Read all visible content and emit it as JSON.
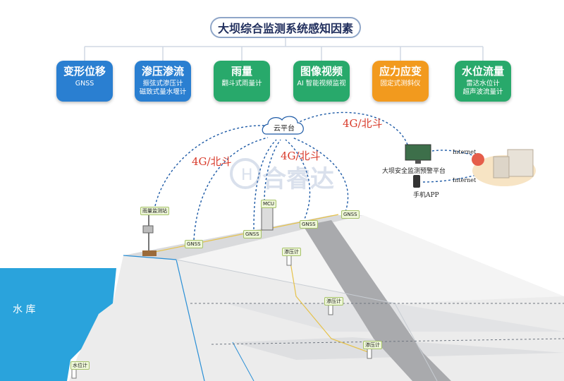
{
  "title": "大坝综合监测系统感知因素",
  "factors": [
    {
      "title": "变形位移",
      "line1": "GNSS",
      "line2": "",
      "color": "#2a7fd1"
    },
    {
      "title": "渗压渗流",
      "line1": "振弦式渗压计",
      "line2": "磁致式量水堰计",
      "color": "#2a7fd1"
    },
    {
      "title": "雨量",
      "line1": "翻斗式雨量计",
      "line2": "",
      "color": "#28a96b"
    },
    {
      "title": "图像视频",
      "line1": "AI 智能视频监视",
      "line2": "",
      "color": "#28a96b"
    },
    {
      "title": "应力应变",
      "line1": "固定式测斜仪",
      "line2": "",
      "color": "#f29a1e"
    },
    {
      "title": "水位流量",
      "line1": "雷达水位计",
      "line2": "超声波流量计",
      "color": "#28a96b"
    }
  ],
  "cloud": "云平台",
  "link_labels": [
    "4G/北斗",
    "4G/北斗",
    "4G/北斗"
  ],
  "platform": "大坝安全监测预警平台",
  "phone": "手机APP",
  "internet": [
    "Internet",
    "Internet"
  ],
  "watermark": "合睿达",
  "reservoir": "水 库",
  "stations": {
    "rain": "雨量监测站",
    "mcu": "MCU",
    "gnss": [
      "GNSS",
      "GNSS",
      "GNSS",
      "GNSS"
    ],
    "piezometers": [
      "渗压计",
      "渗压计",
      "渗压计"
    ],
    "water_level": "水位计"
  }
}
